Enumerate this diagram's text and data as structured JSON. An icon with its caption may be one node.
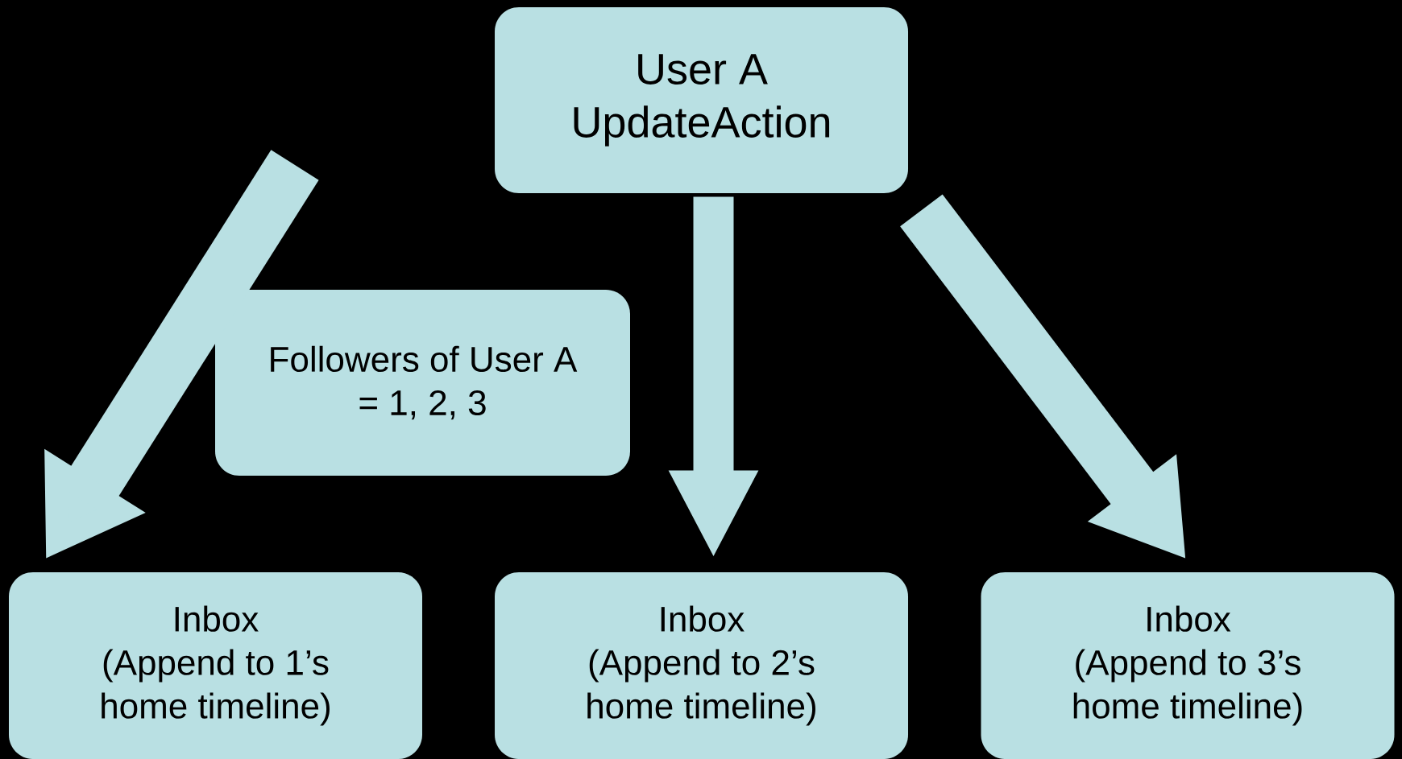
{
  "diagram": {
    "nodes": [
      {
        "text": [
          "User A UpdateAction"
        ]
      },
      {
        "text": [
          "Followers of User A = 1, 2, 3"
        ]
      },
      {
        "text": [
          "Inbox",
          "(Append to 1’s home timeline)"
        ]
      },
      {
        "text": [
          "Inbox",
          "(Append to 2’s home timeline)"
        ]
      },
      {
        "text": [
          "Inbox",
          "(Append to 3’s home timeline)"
        ]
      }
    ],
    "edges": [
      {
        "from": null,
        "to": 2,
        "arrow": "to"
      },
      {
        "from": 0,
        "to": 3,
        "arrow": "to"
      },
      {
        "from": 0,
        "to": 4,
        "arrow": "to"
      }
    ]
  }
}
